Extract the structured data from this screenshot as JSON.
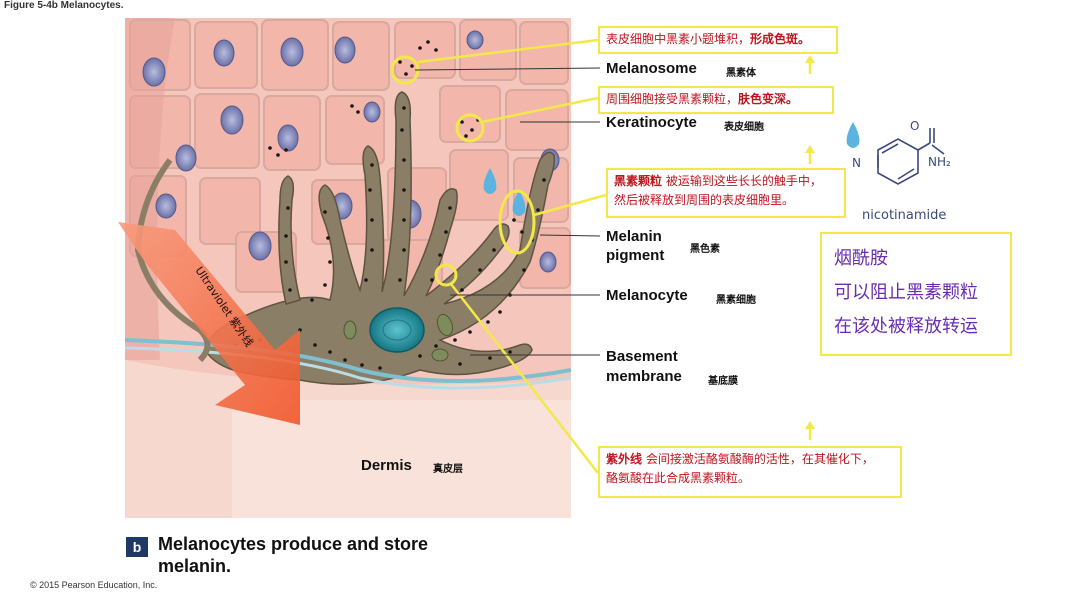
{
  "figure_title": "Figure 5-4b Melanocytes.",
  "copyright": "© 2015 Pearson Education, Inc.",
  "caption": {
    "badge": "b",
    "text": "Melanocytes produce and store melanin."
  },
  "labels": {
    "melanosome": {
      "en": "Melanosome",
      "cn": "黑素体"
    },
    "keratinocyte": {
      "en": "Keratinocyte",
      "cn": "表皮细胞"
    },
    "melanin_pigment": {
      "en_line1": "Melanin",
      "en_line2": "pigment",
      "cn": "黑色素"
    },
    "melanocyte": {
      "en": "Melanocyte",
      "cn": "黑素细胞"
    },
    "basement_membrane": {
      "en_line1": "Basement",
      "en_line2": "membrane",
      "cn": "基底膜"
    },
    "dermis": {
      "en": "Dermis",
      "cn": "真皮层"
    },
    "ultraviolet": "Ultraviolet 紫外线"
  },
  "notes": {
    "note1": {
      "normal": "表皮细胞中黑素小题堆积，",
      "bold": "形成色斑。"
    },
    "note2": {
      "normal": "周围细胞接受黑素颗粒，",
      "bold": "肤色变深。"
    },
    "note3": {
      "bold": "黑素颗粒",
      "line1": " 被运输到这些长长的触手中，",
      "line2": "然后被释放到周围的表皮细胞里。"
    },
    "note4": {
      "bold": "紫外线",
      "line1": " 会间接激活酪氨酸酶的活性，在其催化下，",
      "line2": "酪氨酸在此合成黑素颗粒。"
    }
  },
  "nicotinamide": {
    "label": "nicotinamide",
    "atom_n": "N",
    "atom_o": "O",
    "atom_nh2": "NH₂",
    "box_lines": [
      "烟酰胺",
      "可以阻止黑素颗粒",
      "在该处被释放转运"
    ]
  },
  "colors": {
    "highlight_yellow": "#f3e84a",
    "note_red": "#c0141f",
    "purple_text": "#6a2db0",
    "uv_orange": "#f0562a",
    "skin_pink": "#f4c2b8",
    "melanocyte_brown": "#8b7e66",
    "nucleus_teal": "#1f8a95"
  }
}
